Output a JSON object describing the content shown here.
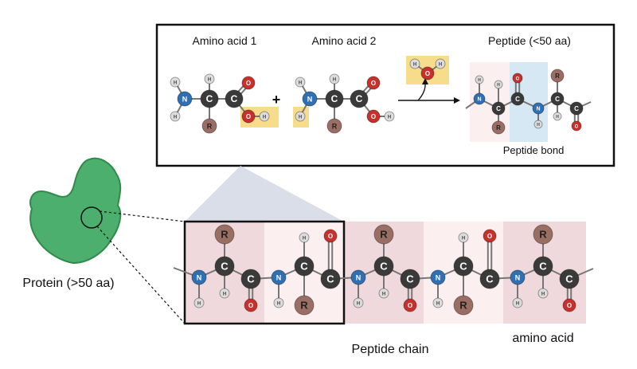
{
  "inset": {
    "amino_acid_1": "Amino acid 1",
    "amino_acid_2": "Amino acid 2",
    "peptide": "Peptide (<50 aa)",
    "peptide_bond": "Peptide bond",
    "plus": "+"
  },
  "atoms": {
    "N": "N",
    "C": "C",
    "O": "O",
    "H": "H",
    "R": "R"
  },
  "protein_label": "Protein (>50 aa)",
  "peptide_chain_label": "Peptide chain",
  "amino_acid_label": "amino acid",
  "colors": {
    "nitrogen": "#2f6fb3",
    "carbon": "#3a3a3a",
    "oxygen": "#c8302b",
    "hydrogen": "#dcdcdc",
    "r_group": "#9b6e63",
    "highlight": "#f7dc8c",
    "residue_shade": "#efd9dc",
    "bond_shade": "#d7e8f5",
    "protein_fill": "#4caf6e"
  }
}
